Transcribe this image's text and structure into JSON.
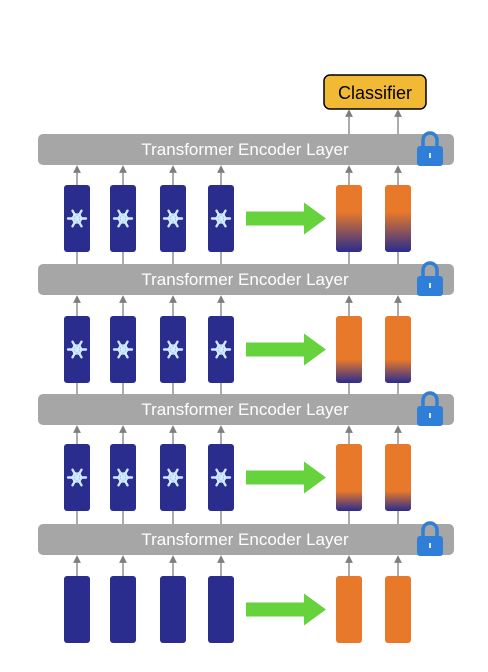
{
  "colors": {
    "background": "#ffffff",
    "layer_bar": "#a6a6a6",
    "layer_text": "#ffffff",
    "token_blue": "#2a2c8e",
    "token_orange": "#e8792a",
    "arrow_green": "#66d23c",
    "connector_gray": "#7f7f7f",
    "classifier_fill": "#f2b935",
    "classifier_border": "#000000",
    "lock": "#2f7fd8",
    "snowflake": "#cfe9ff"
  },
  "classifier": {
    "label": "Classifier"
  },
  "layers": [
    {
      "label": "Transformer Encoder Layer",
      "locked": true
    },
    {
      "label": "Transformer Encoder Layer",
      "locked": true
    },
    {
      "label": "Transformer Encoder Layer",
      "locked": true
    },
    {
      "label": "Transformer Encoder Layer",
      "locked": true
    }
  ],
  "token_rows": [
    {
      "frozen_tokens": 4,
      "trainable_tokens": 2,
      "frozen_icon": "snowflake-icon",
      "gradient_fraction": 0.6
    },
    {
      "frozen_tokens": 4,
      "trainable_tokens": 2,
      "frozen_icon": "snowflake-icon",
      "gradient_fraction": 0.35
    },
    {
      "frozen_tokens": 4,
      "trainable_tokens": 2,
      "frozen_icon": "snowflake-icon",
      "gradient_fraction": 0.3
    },
    {
      "frozen_tokens": 4,
      "trainable_tokens": 2,
      "frozen_icon": null,
      "gradient_fraction": 0
    }
  ],
  "icons": {
    "lock": "lock-icon",
    "snowflake": "snowflake-icon",
    "arrow": "green-right-arrow"
  }
}
